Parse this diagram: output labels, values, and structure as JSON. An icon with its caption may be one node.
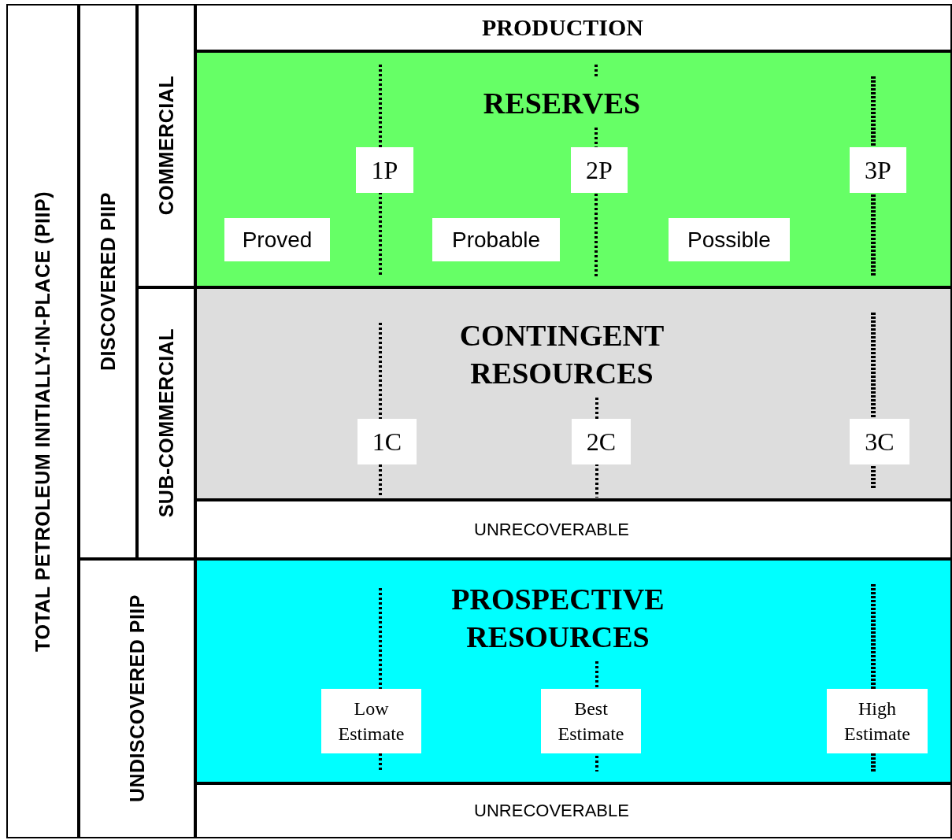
{
  "diagram": {
    "nodes": [
      {
        "text": [
          "TOTAL PETROLEUM INITIALLY-IN-PLACE  (PIIP)"
        ]
      },
      {
        "text": [
          "DISCOVERED PIIP"
        ]
      },
      {
        "text": [
          "COMMERCIAL"
        ]
      },
      {
        "text": [
          "SUB-COMMERCIAL"
        ]
      },
      {
        "text": [
          "UNDISCOVERED PIIP"
        ]
      },
      {
        "text": [
          "PRODUCTION"
        ]
      },
      {
        "text": [
          "RESERVES"
        ]
      },
      {
        "text": [
          "1P"
        ],
        "in": 6
      },
      {
        "text": [
          "2P"
        ],
        "in": 6
      },
      {
        "text": [
          "3P"
        ],
        "in": 6
      },
      {
        "text": [
          "Proved"
        ],
        "in": 6
      },
      {
        "text": [
          "Probable"
        ],
        "in": 6
      },
      {
        "text": [
          "Possible"
        ],
        "in": 6
      },
      {
        "text": [
          "CONTINGENT RESOURCES"
        ]
      },
      {
        "text": [
          "1C"
        ],
        "in": 13
      },
      {
        "text": [
          "2C"
        ],
        "in": 13
      },
      {
        "text": [
          "3C"
        ],
        "in": 13
      },
      {
        "text": [
          "UNRECOVERABLE"
        ]
      },
      {
        "text": [
          "PROSPECTIVE RESOURCES"
        ]
      },
      {
        "text": [
          "Low Estimate"
        ],
        "in": 18
      },
      {
        "text": [
          "Best Estimate"
        ],
        "in": 18
      },
      {
        "text": [
          "High Estimate"
        ],
        "in": 18
      },
      {
        "text": [
          "UNRECOVERABLE"
        ]
      }
    ]
  }
}
